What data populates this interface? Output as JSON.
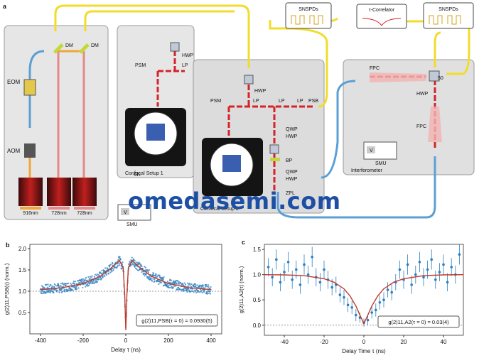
{
  "panels": {
    "a": "a",
    "b": "b",
    "c": "c"
  },
  "watermark": "omedasemi.com",
  "diagram": {
    "lasers": [
      "916nm",
      "728nm",
      "728nm"
    ],
    "eom": "EOM",
    "aom": "AOM",
    "dm": "DM",
    "hwp": "HWP",
    "lp": "LP",
    "psm": "PSM",
    "psb": "PSB",
    "qwp": "QWP",
    "bp": "BP",
    "zpl": "ZPL",
    "temp": "4K",
    "confocal1": "Confocal Setup 1",
    "confocal2": "Confocal Setup 2",
    "snspd": "SNSPDs",
    "correlator": "τ-Correlator",
    "fpc": "FPC",
    "bs": "50",
    "smu": "SMU",
    "v": "V",
    "interferometer": "Interferometer",
    "colors": {
      "yellow_fiber": "#f2dc2a",
      "blue_fiber": "#5b9fd4",
      "red_beam": "#d4242a",
      "orange": "#f0a63a",
      "pink": "#e58a8a"
    }
  },
  "chart_data": [
    {
      "type": "scatter",
      "panel": "b",
      "ylabel": "g(2)11,PSB(τ) (norm.)",
      "xlabel": "Delay τ (ns)",
      "xlim": [
        -450,
        450
      ],
      "ylim": [
        0,
        2.1
      ],
      "xticks": [
        -400,
        -200,
        0,
        200,
        400
      ],
      "yticks": [
        0.5,
        1.0,
        1.5,
        2.0
      ],
      "ytick_labels": [
        "0.5",
        "1.0",
        "1.5",
        "2.0"
      ],
      "reference_line": 1.0,
      "annotation": "g(2)11,PSB(τ = 0) = 0.0930(5)",
      "points_color": "#2c7fbf",
      "fit_color": "#c0392b",
      "fit": {
        "x": [
          -400,
          -300,
          -200,
          -120,
          -60,
          -30,
          -12,
          -5,
          0,
          5,
          12,
          30,
          60,
          120,
          200,
          300,
          400
        ],
        "y": [
          1.04,
          1.08,
          1.18,
          1.35,
          1.58,
          1.72,
          1.55,
          0.9,
          0.09,
          0.9,
          1.55,
          1.72,
          1.58,
          1.35,
          1.18,
          1.08,
          1.04
        ]
      }
    },
    {
      "type": "scatter",
      "panel": "c",
      "ylabel": "g(2)11,A2(τ) (norm.)",
      "xlabel": "Delay Time τ (ns)",
      "xlim": [
        -50,
        50
      ],
      "ylim": [
        -0.2,
        1.6
      ],
      "xticks": [
        -40,
        -20,
        0,
        20,
        40
      ],
      "yticks": [
        0.0,
        0.5,
        1.0,
        1.5
      ],
      "ytick_labels": [
        "0.0",
        "0.5",
        "1.0",
        "1.5"
      ],
      "reference_line": 0.0,
      "annotation": "g(2)11,A2(τ = 0) = 0.03(4)",
      "points_color": "#2c7fbf",
      "fit_color": "#c0392b",
      "points": {
        "x": [
          -48,
          -46,
          -44,
          -42,
          -40,
          -38,
          -36,
          -34,
          -32,
          -30,
          -28,
          -26,
          -24,
          -22,
          -20,
          -18,
          -16,
          -14,
          -12,
          -10,
          -8,
          -6,
          -4,
          -2,
          0,
          2,
          4,
          6,
          8,
          10,
          12,
          14,
          16,
          18,
          20,
          22,
          24,
          26,
          28,
          30,
          32,
          34,
          36,
          38,
          40,
          42,
          44,
          46,
          48
        ],
        "y": [
          1.15,
          0.95,
          1.3,
          0.85,
          1.05,
          1.25,
          0.9,
          1.1,
          0.8,
          1.2,
          1.0,
          1.35,
          0.95,
          0.85,
          1.1,
          0.9,
          0.75,
          0.8,
          0.6,
          0.55,
          0.4,
          0.35,
          0.2,
          0.15,
          0.05,
          0.1,
          0.25,
          0.3,
          0.45,
          0.5,
          0.7,
          0.65,
          0.85,
          1.1,
          0.9,
          1.2,
          0.8,
          1.0,
          1.25,
          0.95,
          1.1,
          1.3,
          0.9,
          1.05,
          1.2,
          0.85,
          1.15,
          1.0,
          1.4
        ],
        "err": [
          0.18,
          0.18,
          0.2,
          0.18,
          0.18,
          0.2,
          0.18,
          0.18,
          0.18,
          0.2,
          0.18,
          0.2,
          0.18,
          0.18,
          0.18,
          0.18,
          0.16,
          0.16,
          0.15,
          0.15,
          0.14,
          0.13,
          0.12,
          0.1,
          0.08,
          0.1,
          0.12,
          0.13,
          0.14,
          0.15,
          0.15,
          0.16,
          0.16,
          0.18,
          0.18,
          0.2,
          0.18,
          0.18,
          0.2,
          0.18,
          0.18,
          0.2,
          0.18,
          0.18,
          0.2,
          0.18,
          0.18,
          0.18,
          0.2
        ]
      },
      "fit": {
        "x": [
          -50,
          -40,
          -30,
          -20,
          -15,
          -10,
          -7,
          -4,
          -2,
          0,
          2,
          4,
          7,
          10,
          15,
          20,
          30,
          40,
          50
        ],
        "y": [
          1.0,
          0.995,
          0.98,
          0.92,
          0.85,
          0.72,
          0.58,
          0.38,
          0.2,
          0.03,
          0.2,
          0.38,
          0.58,
          0.72,
          0.85,
          0.92,
          0.98,
          0.995,
          1.0
        ]
      }
    }
  ]
}
